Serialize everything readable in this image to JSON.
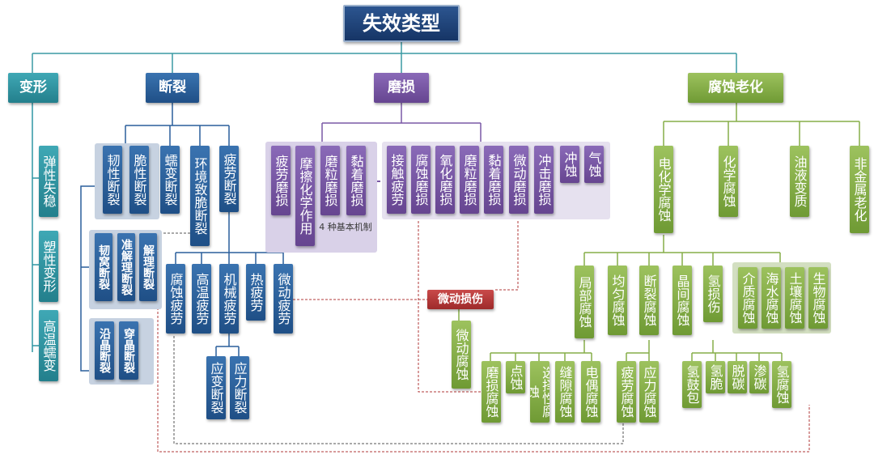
{
  "title": "失效类型",
  "categories": {
    "deformation": "变形",
    "fracture": "断裂",
    "wear": "磨损",
    "corrosion": "腐蚀老化"
  },
  "deformation": [
    "弹性失稳",
    "塑性变形",
    "高温蠕变"
  ],
  "fracture": {
    "types": [
      "韧性断裂",
      "脆性断裂",
      "蠕变断裂",
      "环境致脆断裂",
      "疲劳断裂"
    ],
    "ductile_modes": [
      "韧窝断裂",
      "准解理断裂",
      "解理断裂",
      "沿晶断裂",
      "穿晶断裂"
    ],
    "fatigue_types": [
      "腐蚀疲劳",
      "高温疲劳",
      "机械疲劳",
      "热疲劳",
      "微动疲劳"
    ],
    "mechanical_fatigue": [
      "应变断裂",
      "应力断裂"
    ]
  },
  "wear": {
    "basic": [
      "疲劳磨损",
      "摩擦化学作用",
      "磨粒磨损",
      "黏着磨损"
    ],
    "basic_note": "4 种基本机制",
    "forms": [
      "接触疲劳",
      "腐蚀磨损",
      "氧化磨损",
      "磨粒磨损",
      "黏着磨损",
      "微动磨损",
      "冲击磨损",
      "冲蚀",
      "气蚀"
    ],
    "fretting": "微动损伤",
    "fretting_corrosion": "微动腐蚀"
  },
  "corrosion": {
    "types": [
      "电化学腐蚀",
      "化学腐蚀",
      "油液变质",
      "非金属老化"
    ],
    "electrochemical": [
      "局部腐蚀",
      "均匀腐蚀",
      "断裂腐蚀",
      "晶间腐蚀",
      "氢损伤"
    ],
    "media": [
      "介质腐蚀",
      "海水腐蚀",
      "土壤腐蚀",
      "生物腐蚀"
    ],
    "local": [
      "磨损腐蚀",
      "点蚀",
      "选择性腐蚀",
      "缝隙腐蚀",
      "电偶腐蚀"
    ],
    "fracture_corrosion": [
      "疲劳腐蚀",
      "应力腐蚀"
    ],
    "hydrogen": [
      "氢鼓包",
      "氢脆",
      "脱碳",
      "渗碳",
      "氢腐蚀"
    ]
  },
  "colors": {
    "deformation": "#2f95a3",
    "fracture": "#2a5f9c",
    "wear": "#7a58a6",
    "corrosion": "#86ad48",
    "title": "#1f3f70",
    "fretting": "#b23838"
  }
}
